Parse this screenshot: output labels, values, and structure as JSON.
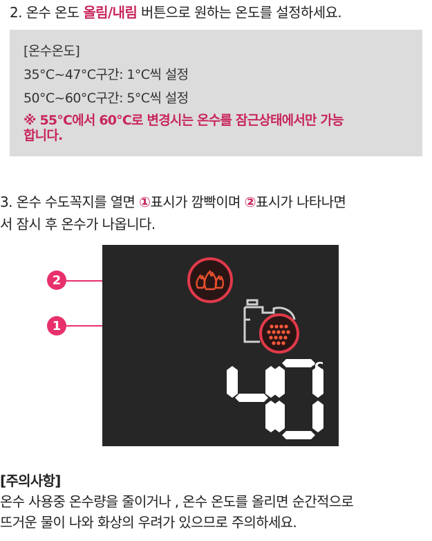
{
  "step2": {
    "prefix": "2. 온수 온도 ",
    "highlight": "올림/내림",
    "suffix": " 버튼으로 원하는 온도를 설정하세요."
  },
  "temp_box": {
    "heading": "[온수온도]",
    "range1": "35°C~47°C구간: 1°C씩 설정",
    "range2": "50°C~60°C구간: 5°C씩 설정",
    "warning_line1": "※ 55°C에서 60°C로 변경시는 온수를 잠근상태에서만 가능",
    "warning_line2": "합니다."
  },
  "step3": {
    "part1": "3. 온수 수도꼭지를 열면 ",
    "num1": "①",
    "part2": "표시가 깜빡이며 ",
    "num2": "②",
    "part3": "표시가 나타나면",
    "line2": "서 잠시 후 온수가 나옵니다."
  },
  "display": {
    "callout_2": "2",
    "callout_1": "1",
    "temperature": "40",
    "unit": "°C",
    "colors": {
      "accent": "#e8306a",
      "panel": "#262626",
      "icon_ring": "#e03a4a"
    }
  },
  "caution": {
    "title": "[주의사항]",
    "line1": "온수 사용중 온수량을 줄이거나 , 온수 온도를 올리면 순간적으로",
    "line2": "뜨거운 물이 나와 화상의 우려가 있으므로 주의하세요."
  }
}
